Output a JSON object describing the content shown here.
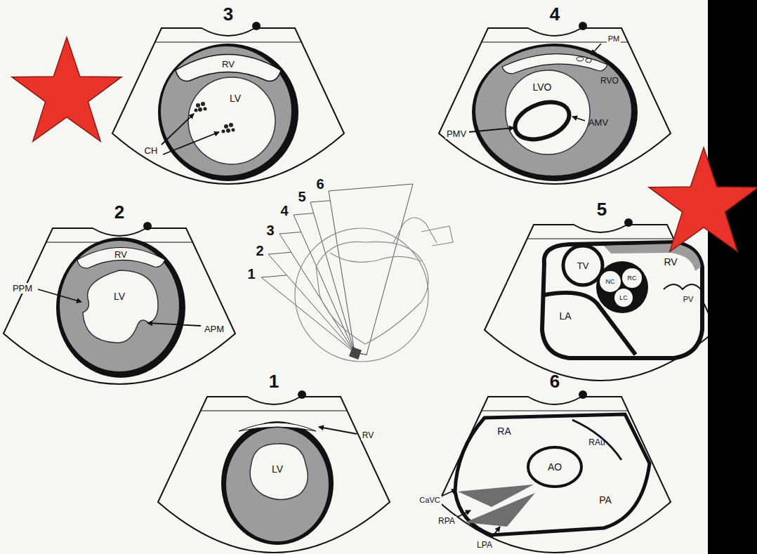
{
  "diagram": {
    "labels": [
      "3",
      "RV",
      "LV",
      "CH",
      "4",
      "PM",
      "RVO",
      "LVO",
      "PMV",
      "AMV",
      "2",
      "RV",
      "LV",
      "PPM",
      "APM",
      "5",
      "TV",
      "RV",
      "NC",
      "RC",
      "LC",
      "PV",
      "LA",
      "1",
      "RV",
      "LV",
      "6",
      "RA",
      "RAu",
      "AO",
      "CaVC",
      "RPA",
      "PA",
      "LPA",
      "6",
      "5",
      "4",
      "3",
      "2",
      "1"
    ]
  }
}
